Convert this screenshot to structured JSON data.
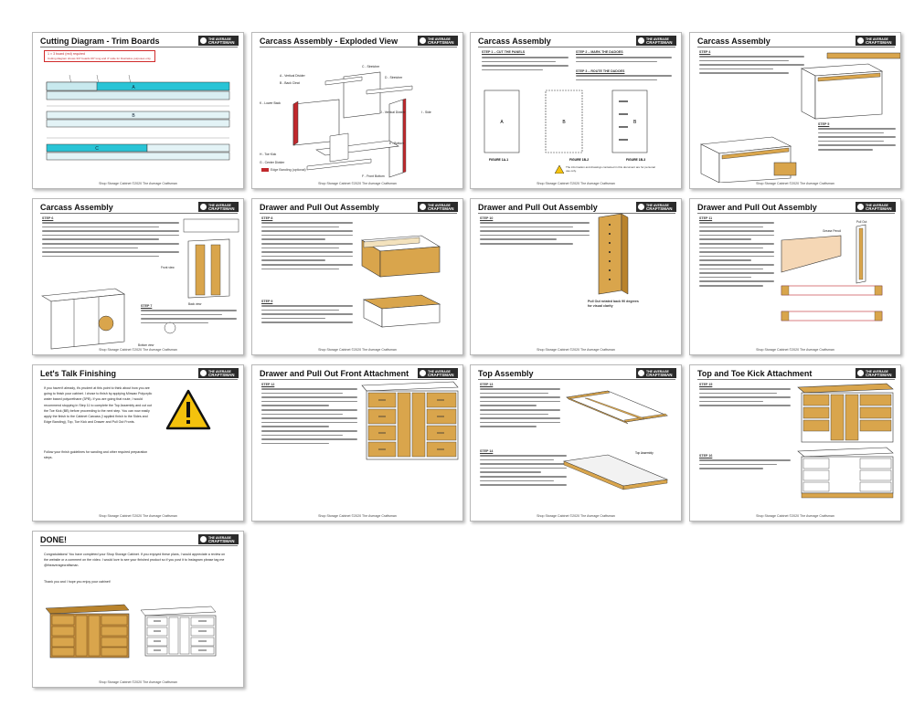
{
  "doc": {
    "footer": "Shop Storage Cabinet ©2020 The Average Craftsman",
    "logo": {
      "line1": "THE AVERAGE",
      "line2": "CRAFTSMAN"
    },
    "colors": {
      "wood": "#d9a54c",
      "wood_dark": "#b9832c",
      "cyan": "#29c4d6",
      "red_band": "#c0282c",
      "warning_yellow": "#f4c20d"
    }
  },
  "pages": [
    {
      "title": "Cutting Diagram - Trim Boards",
      "redbox_lines": [
        "1 × 3 board (red) required",
        "Cutting diagram shows 3/4″ boards 96″ long and 4″ wide for illustrative purposes only."
      ],
      "board_labels": [
        "A",
        "B",
        "C"
      ]
    },
    {
      "title": "Carcass Assembly - Exploded View",
      "labels": [
        "A - Vertical Divider",
        "B - Back Cleat",
        "C - Stretcher",
        "D - Stretcher",
        "E - Bottom",
        "F - Front Bottom",
        "G - Center Divider",
        "H - Toe Kick",
        "I - Side",
        "J - Vertical Divider",
        "K - Lower Back"
      ],
      "legend": "Edge Banding (optional)"
    },
    {
      "title": "Carcass Assembly",
      "headings": [
        "STEP 1 – CUT THE PANELS",
        "STEP 2 – MARK THE DADOES",
        "STEP 3 – ROUTE THE DADOES"
      ],
      "figure_labels": [
        "FIGURE 1A-1",
        "FIGURE 1B-2",
        "FIGURE 1B-3"
      ],
      "panel_letters": [
        "A",
        "B",
        "B"
      ],
      "warning": "The information and drawings contained in this document are for personal use only."
    },
    {
      "title": "Carcass Assembly",
      "headings": [
        "STEP 4",
        "STEP 5"
      ]
    },
    {
      "title": "Carcass Assembly",
      "headings": [
        "STEP 6",
        "STEP 7"
      ],
      "callouts": [
        "Back view",
        "Front view",
        "Bottom view"
      ]
    },
    {
      "title": "Drawer and Pull Out Assembly",
      "headings": [
        "STEP 8",
        "STEP 9"
      ]
    },
    {
      "title": "Drawer and Pull Out Assembly",
      "headings": [
        "STEP 10"
      ],
      "caption": "Pull Out rotated back 90 degrees for visual clarity"
    },
    {
      "title": "Drawer and Pull Out Assembly",
      "headings": [
        "STEP 11"
      ],
      "callouts": [
        "Grease Pencil",
        "Pull Out"
      ]
    },
    {
      "title": "Let's Talk Finishing",
      "body": "If you haven't already, it's prudent at this point to think about how you are going to finish your cabinet. I chose to finish by applying Minwax Polycrylic water based polyurethane (3PB). If you are going that route, I would recommend stopping in Step 11 to complete the Top Assembly and cut out the Toe Kick (BB) before proceeding to the next step. You can now easily apply the finish to the Cabinet Carcass (I applied finish to the Sides and Edge Banding), Top, Toe Kick and Drawer and Pull Out Fronts.",
      "body2": "Follow your finish guidelines for sanding and other required preparation steps."
    },
    {
      "title": "Drawer and Pull Out Front Attachment",
      "headings": [
        "STEP 12"
      ]
    },
    {
      "title": "Top Assembly",
      "headings": [
        "STEP 13",
        "STEP 14"
      ],
      "callouts": [
        "Top Assembly"
      ]
    },
    {
      "title": "Top and Toe Kick Attachment",
      "headings": [
        "STEP 15",
        "STEP 16"
      ]
    },
    {
      "title": "DONE!",
      "body": "Congratulations! You have completed your Shop Storage Cabinet. If you enjoyed these plans, I would appreciate a review on the website or a comment on the video. I would love to see your finished product so if you post it to Instagram please tag me @theaveragecraftsman.",
      "body2": "Thank you and I hope you enjoy your cabinet!"
    }
  ]
}
